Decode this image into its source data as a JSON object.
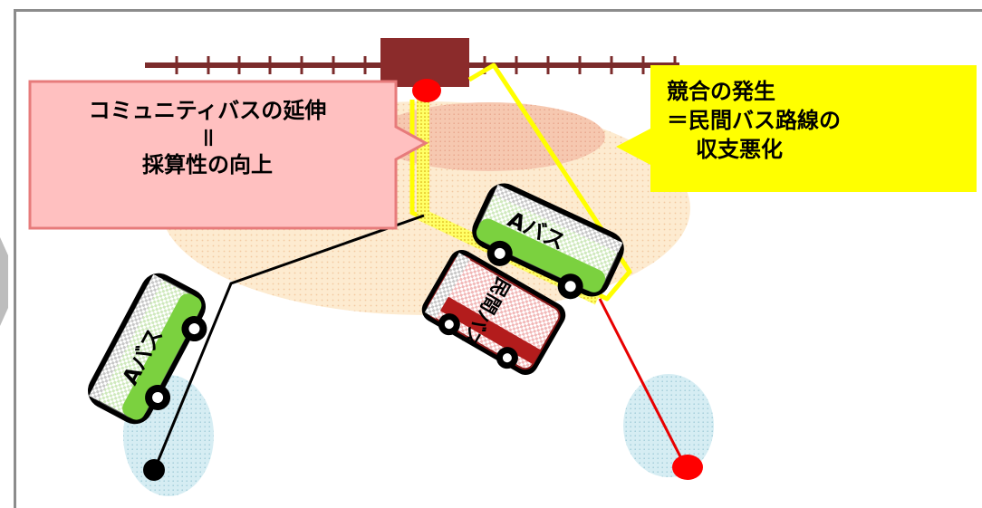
{
  "callouts": {
    "community": {
      "line1": "コミュニティバスの延伸",
      "line2": "＝",
      "line3": "採算性の向上"
    },
    "competition": {
      "line1": "競合の発生",
      "line2": "＝民間バス路線の",
      "line3": "収支悪化"
    }
  },
  "buses": {
    "a_bus_top": "Aバス",
    "a_bus_left": "Aバス",
    "private_bus": "民間バス"
  },
  "colors": {
    "rail": "#7b2b2b",
    "station": "#8b2b2b",
    "stop_red": "#ff0000",
    "route_black": "#000000",
    "route_red": "#e80000",
    "route_yellow": "#ffff00",
    "catchment": "#fde9c9",
    "callout_pink": "#ffc0c0",
    "callout_pink_border": "#e77b7b",
    "callout_yellow": "#ffff00",
    "bus_green": "#7bd13f",
    "bus_red": "#b31c1c",
    "stop_area_blue": "#bfe0ea"
  }
}
